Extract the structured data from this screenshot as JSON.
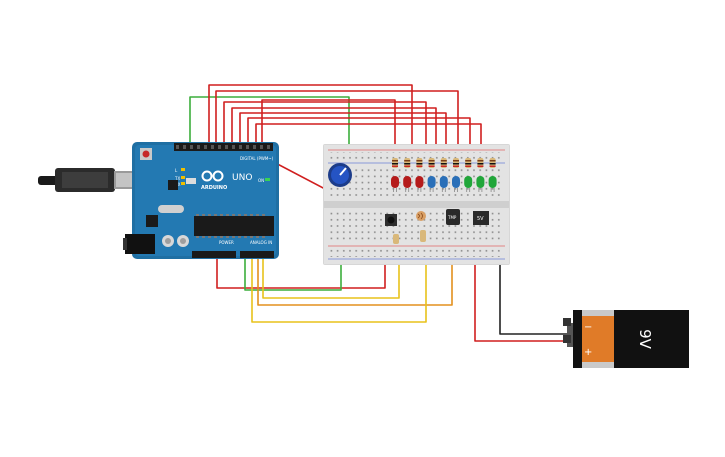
{
  "circuit": {
    "arduino": {
      "brand": "ARDUINO",
      "model": "UNO",
      "digital_label": "DIGITAL (PWM~)",
      "power_label": "POWER",
      "analog_label": "ANALOG IN",
      "tx_label": "TX",
      "rx_label": "RX",
      "on_label": "ON",
      "l_label": "L"
    },
    "breadboard": {
      "led_colors": [
        "#b51b1b",
        "#b51b1b",
        "#b51b1b",
        "#2a6fb8",
        "#2a6fb8",
        "#2a6fb8",
        "#21a63a",
        "#21a63a",
        "#21a63a"
      ]
    },
    "sensor_tmp": {
      "label": "TMP"
    },
    "regulator": {
      "label": "5V"
    },
    "battery": {
      "label": "9V",
      "minus": "−",
      "plus": "+"
    },
    "wire_colors": {
      "red": "#d01f1f",
      "green": "#3cae3c",
      "yellow": "#e8c21a",
      "orange": "#e3901e",
      "black": "#222222"
    }
  }
}
